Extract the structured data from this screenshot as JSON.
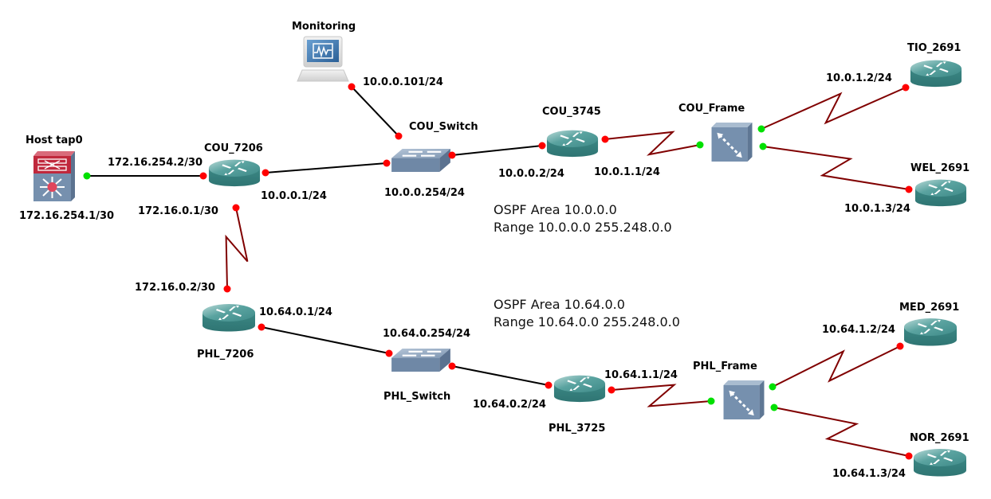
{
  "diagram": {
    "title": "",
    "colors": {
      "ethernet_link": "#000000",
      "serial_link": "#800000",
      "port_down": "#ff0000",
      "port_up": "#00e000",
      "router_body": "#3e8a88",
      "switch_body": "#7a93b0",
      "host_red": "#c0283c"
    },
    "nodes": [
      {
        "id": "host_tap0",
        "label": "Host tap0",
        "type": "cloud-host",
        "icon": "host-icon"
      },
      {
        "id": "cou_7206",
        "label": "COU_7206",
        "type": "router",
        "icon": "router-icon"
      },
      {
        "id": "monitoring",
        "label": "Monitoring",
        "type": "pc",
        "icon": "computer-icon"
      },
      {
        "id": "cou_switch",
        "label": "COU_Switch",
        "type": "ethernet-switch",
        "icon": "switch-icon"
      },
      {
        "id": "cou_3745",
        "label": "COU_3745",
        "type": "router",
        "icon": "router-icon"
      },
      {
        "id": "cou_frame",
        "label": "COU_Frame",
        "type": "frame-relay-switch",
        "icon": "frame-relay-icon"
      },
      {
        "id": "tio_2691",
        "label": "TIO_2691",
        "type": "router",
        "icon": "router-icon"
      },
      {
        "id": "wel_2691",
        "label": "WEL_2691",
        "type": "router",
        "icon": "router-icon"
      },
      {
        "id": "phl_7206",
        "label": "PHL_7206",
        "type": "router",
        "icon": "router-icon"
      },
      {
        "id": "phl_switch",
        "label": "PHL_Switch",
        "type": "ethernet-switch",
        "icon": "switch-icon"
      },
      {
        "id": "phl_3725",
        "label": "PHL_3725",
        "type": "router",
        "icon": "router-icon"
      },
      {
        "id": "phl_frame",
        "label": "PHL_Frame",
        "type": "frame-relay-switch",
        "icon": "frame-relay-icon"
      },
      {
        "id": "med_2691",
        "label": "MED_2691",
        "type": "router",
        "icon": "router-icon"
      },
      {
        "id": "nor_2691",
        "label": "NOR_2691",
        "type": "router",
        "icon": "router-icon"
      }
    ],
    "links": [
      {
        "from": "host_tap0",
        "to": "cou_7206",
        "kind": "ethernet",
        "from_status": "up",
        "to_status": "down"
      },
      {
        "from": "cou_7206",
        "to": "cou_switch",
        "kind": "ethernet",
        "from_status": "down",
        "to_status": "down"
      },
      {
        "from": "monitoring",
        "to": "cou_switch",
        "kind": "ethernet",
        "from_status": "down",
        "to_status": "down"
      },
      {
        "from": "cou_switch",
        "to": "cou_3745",
        "kind": "ethernet",
        "from_status": "down",
        "to_status": "down"
      },
      {
        "from": "cou_3745",
        "to": "cou_frame",
        "kind": "serial",
        "from_status": "down",
        "to_status": "up"
      },
      {
        "from": "cou_frame",
        "to": "tio_2691",
        "kind": "serial",
        "from_status": "up",
        "to_status": "down"
      },
      {
        "from": "cou_frame",
        "to": "wel_2691",
        "kind": "serial",
        "from_status": "up",
        "to_status": "down"
      },
      {
        "from": "cou_7206",
        "to": "phl_7206",
        "kind": "serial",
        "from_status": "down",
        "to_status": "down"
      },
      {
        "from": "phl_7206",
        "to": "phl_switch",
        "kind": "ethernet",
        "from_status": "down",
        "to_status": "down"
      },
      {
        "from": "phl_switch",
        "to": "phl_3725",
        "kind": "ethernet",
        "from_status": "down",
        "to_status": "down"
      },
      {
        "from": "phl_3725",
        "to": "phl_frame",
        "kind": "serial",
        "from_status": "down",
        "to_status": "up"
      },
      {
        "from": "phl_frame",
        "to": "med_2691",
        "kind": "serial",
        "from_status": "up",
        "to_status": "down"
      },
      {
        "from": "phl_frame",
        "to": "nor_2691",
        "kind": "serial",
        "from_status": "up",
        "to_status": "down"
      }
    ],
    "address_labels": [
      {
        "id": "host_ip",
        "text": "172.16.254.1/30"
      },
      {
        "id": "cou7206_host_ip",
        "text": "172.16.254.2/30"
      },
      {
        "id": "cou7206_lan_ip",
        "text": "10.0.0.1/24"
      },
      {
        "id": "cou7206_serial_ip",
        "text": "172.16.0.1/30"
      },
      {
        "id": "monitoring_ip",
        "text": "10.0.0.101/24"
      },
      {
        "id": "cou_switch_ip",
        "text": "10.0.0.254/24"
      },
      {
        "id": "cou3745_lan_ip",
        "text": "10.0.0.2/24"
      },
      {
        "id": "cou3745_serial_ip",
        "text": "10.0.1.1/24"
      },
      {
        "id": "tio_ip",
        "text": "10.0.1.2/24"
      },
      {
        "id": "wel_ip",
        "text": "10.0.1.3/24"
      },
      {
        "id": "phl7206_serial_ip",
        "text": "172.16.0.2/30"
      },
      {
        "id": "phl7206_lan_ip",
        "text": "10.64.0.1/24"
      },
      {
        "id": "phl_switch_ip",
        "text": "10.64.0.254/24"
      },
      {
        "id": "phl3725_lan_ip",
        "text": "10.64.0.2/24"
      },
      {
        "id": "phl3725_serial_ip",
        "text": "10.64.1.1/24"
      },
      {
        "id": "med_ip",
        "text": "10.64.1.2/24"
      },
      {
        "id": "nor_ip",
        "text": "10.64.1.3/24"
      }
    ],
    "notes": [
      {
        "id": "area_cou",
        "lines": [
          "OSPF Area 10.0.0.0",
          "Range 10.0.0.0 255.248.0.0"
        ]
      },
      {
        "id": "area_phl",
        "lines": [
          "OSPF Area 10.64.0.0",
          "Range 10.64.0.0 255.248.0.0"
        ]
      }
    ]
  }
}
